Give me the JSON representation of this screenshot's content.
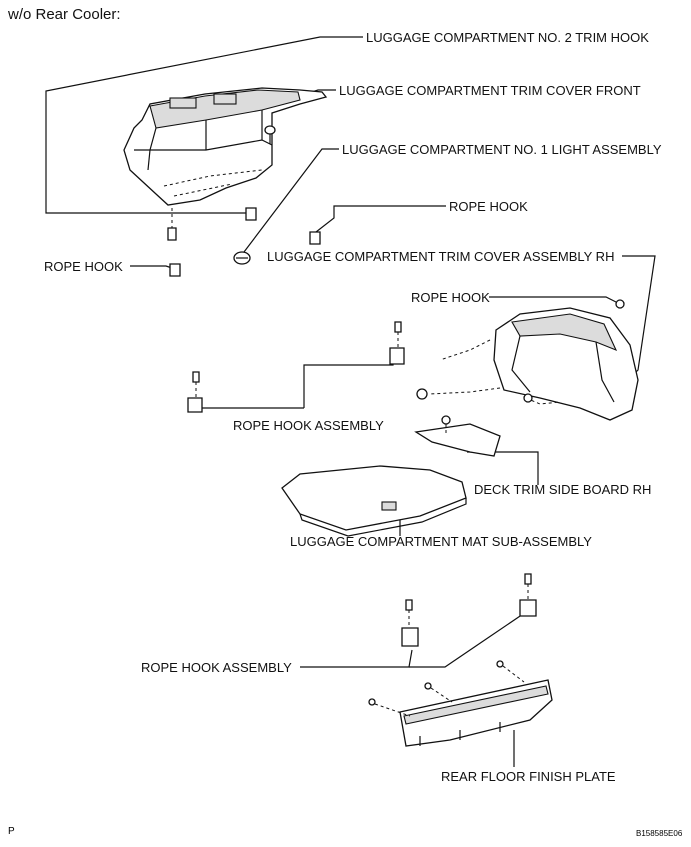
{
  "title": "w/o Rear Cooler:",
  "labels": {
    "trim_hook_no2": "LUGGAGE COMPARTMENT NO. 2 TRIM HOOK",
    "trim_cover_front": "LUGGAGE COMPARTMENT TRIM COVER FRONT",
    "light_assembly": "LUGGAGE COMPARTMENT NO. 1 LIGHT ASSEMBLY",
    "rope_hook_upper": "ROPE HOOK",
    "trim_cover_rh": "LUGGAGE COMPARTMENT TRIM COVER ASSEMBLY RH",
    "rope_hook_left": "ROPE HOOK",
    "rope_hook_right": "ROPE HOOK",
    "rope_hook_assembly_1": "ROPE HOOK ASSEMBLY",
    "deck_trim_side_board": "DECK TRIM SIDE BOARD RH",
    "mat_sub_assembly": "LUGGAGE COMPARTMENT MAT SUB-ASSEMBLY",
    "rope_hook_assembly_2": "ROPE HOOK ASSEMBLY",
    "rear_floor_finish_plate": "REAR FLOOR FINISH PLATE"
  },
  "footer": {
    "left": "P",
    "right": "B158585E06"
  }
}
